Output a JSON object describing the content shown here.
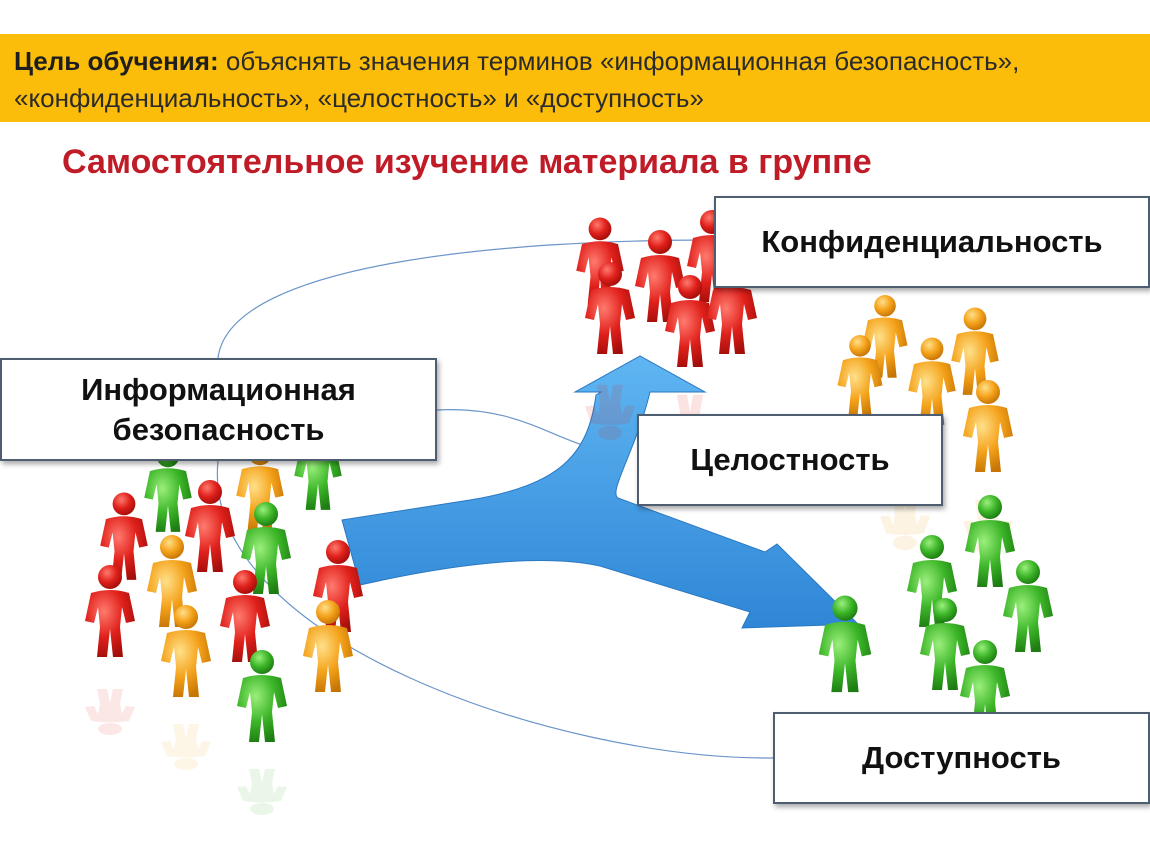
{
  "goal": {
    "label": "Цель обучения:",
    "text": "объяснять значения терминов «информационная безопасность», «конфиденциальность», «целостность» и «доступность»",
    "color": "#fbbd0a"
  },
  "section_title": "Самостоятельное изучение  материала в группе",
  "terms": {
    "information_security_line1": "Информационная",
    "information_security_line2": "безопасность",
    "confidentiality": "Конфиденциальность",
    "integrity": "Целостность",
    "availability": "Доступность"
  },
  "colors": {
    "title": "#c01c28",
    "arrow": "#3b9ce6",
    "people_red": "#e0201b",
    "people_orange": "#f4a21a",
    "people_green": "#3cb528"
  }
}
